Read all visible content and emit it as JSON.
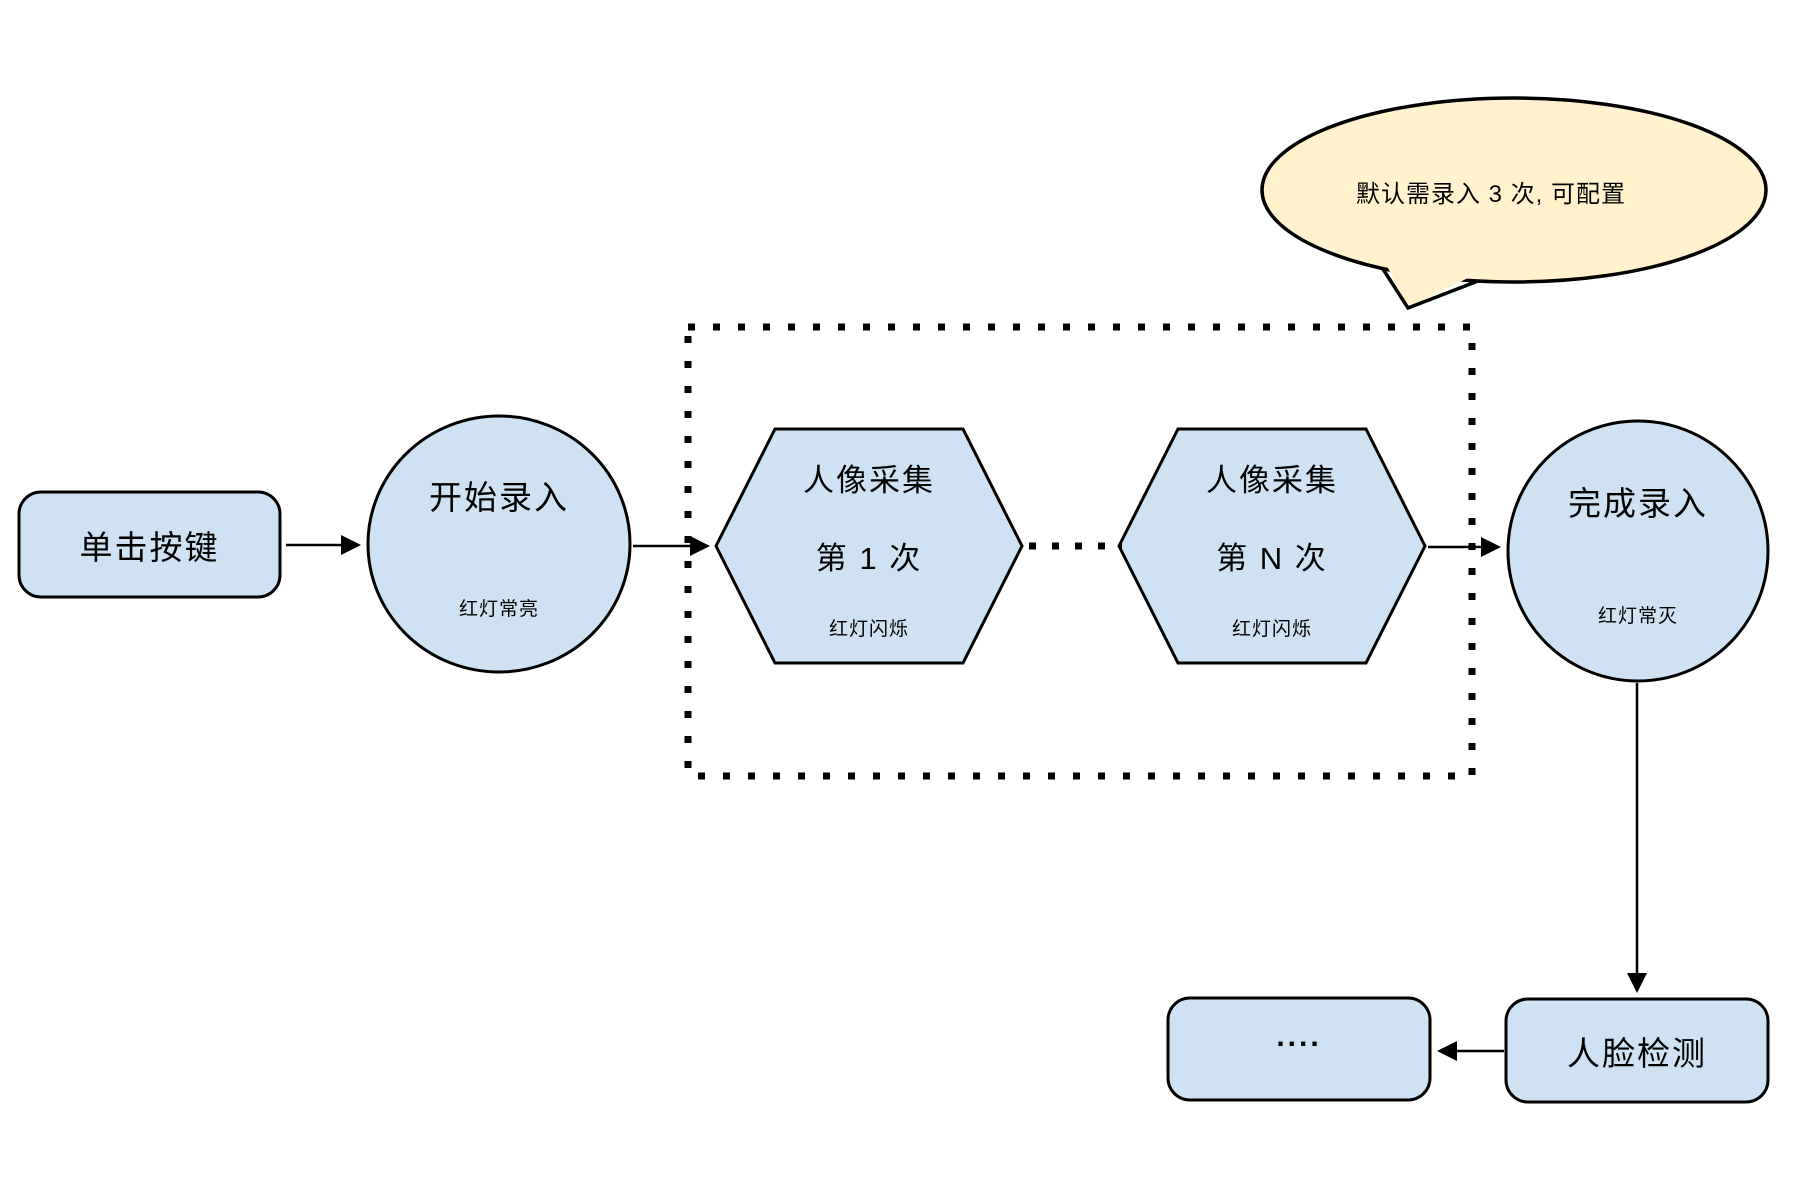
{
  "note": {
    "text": "默认需录入 3 次, 可配置"
  },
  "nodes": {
    "click_button": {
      "label": "单击按键"
    },
    "start_entry": {
      "label": "开始录入",
      "status": "红灯常亮"
    },
    "capture_1": {
      "title": "人像采集",
      "subtitle": "第 1 次",
      "status": "红灯闪烁"
    },
    "capture_n": {
      "title": "人像采集",
      "subtitle": "第 N 次",
      "status": "红灯闪烁"
    },
    "finish_entry": {
      "label": "完成录入",
      "status": "红灯常灭"
    },
    "face_detection": {
      "label": "人脸检测"
    },
    "continuation": {
      "label": "...."
    }
  },
  "colors": {
    "node_fill": "#cfe2f3",
    "note_fill": "#fff2cc",
    "stroke": "#000000"
  }
}
